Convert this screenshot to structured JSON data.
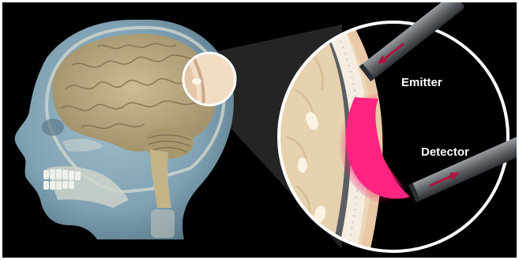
{
  "labels": {
    "emitter": "Emitter",
    "detector": "Detector"
  },
  "colors": {
    "background": "#000000",
    "skin": "#8fb4c6",
    "brain": "#b9a77f",
    "skull": "#d7d9cf",
    "signal": "#ff1f7a",
    "probe": "#6e7277",
    "arrow": "#b0123f",
    "lens_ring": "#ffffff"
  },
  "icons": [
    "head-illustration",
    "magnifier-circle",
    "emitter-probe",
    "detector-probe",
    "light-path-banana"
  ]
}
